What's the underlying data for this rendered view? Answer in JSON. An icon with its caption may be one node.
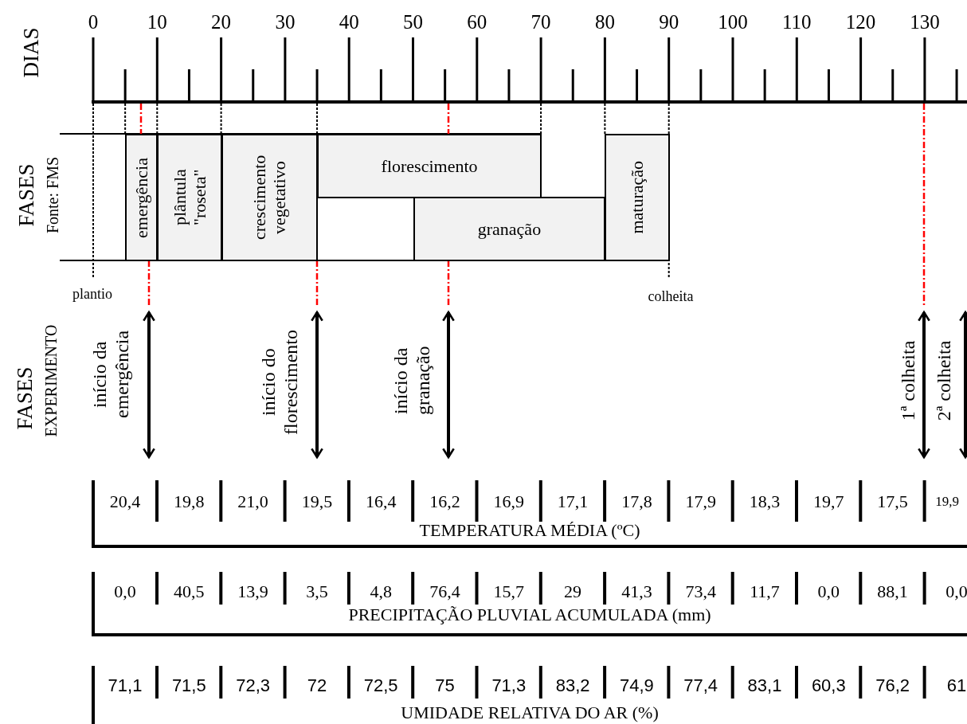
{
  "diagram": {
    "nodes": [
      {
        "text": [
          "emergência"
        ]
      },
      {
        "text": [
          "plântula \"roseta\""
        ]
      },
      {
        "text": [
          "crescimento vegetativo"
        ]
      },
      {
        "text": [
          "florescimento"
        ]
      },
      {
        "text": [
          "granação"
        ]
      },
      {
        "text": [
          "maturação"
        ]
      }
    ],
    "labels": [
      "DIAS",
      "0",
      "10",
      "20",
      "30",
      "40",
      "50",
      "60",
      "70",
      "80",
      "90",
      "100",
      "110",
      "120",
      "130",
      "FASES",
      "Fonte: FMS",
      "plantio",
      "colheita",
      "FASES",
      "EXPERIMENTO",
      "início da emergência",
      "início do florescimento",
      "início da granação",
      "1ª colheita",
      "2ª colheita",
      "20,4",
      "19,8",
      "21,0",
      "19,5",
      "16,4",
      "16,2",
      "16,9",
      "17,1",
      "17,8",
      "17,9",
      "18,3",
      "19,7",
      "17,5",
      "19,9",
      "TEMPERATURA MÉDIA (ºC)",
      "0,0",
      "40,5",
      "13,9",
      "3,5",
      "4,8",
      "76,4",
      "15,7",
      "29",
      "41,3",
      "73,4",
      "11,7",
      "0,0",
      "88,1",
      "0,0",
      "PRECIPITAÇÃO PLUVIAL ACUMULADA (mm)",
      "71,1",
      "71,5",
      "72,3",
      "72",
      "72,5",
      "75",
      "71,3",
      "83,2",
      "74,9",
      "77,4",
      "83,1",
      "60,3",
      "76,2",
      "61",
      "UMIDADE RELATIVA DO AR (%)"
    ]
  }
}
